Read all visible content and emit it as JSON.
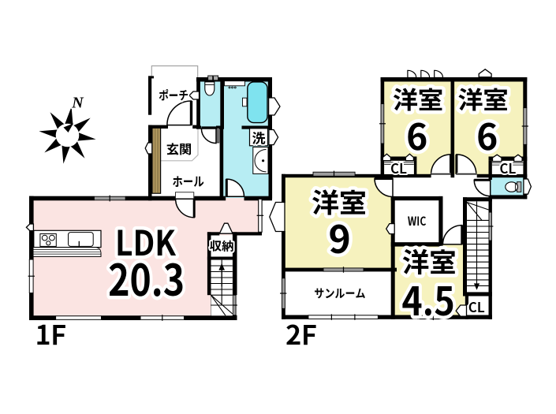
{
  "document": {
    "type": "floor-plan",
    "floors": [
      "1F",
      "2F"
    ]
  },
  "colors": {
    "ldk_pink": "#FBE4E2",
    "room_yellow": "#F6F2BE",
    "wet_cyan": "#B7EDF3",
    "tub_cyan": "#7FE3EF",
    "cabinet_tan": "#C8AD72",
    "window_gray": "#9C9C9C",
    "fixture_gray": "#B9B9B9",
    "wall_black": "#000000"
  },
  "compass": {
    "north_label": "N"
  },
  "floor1": {
    "label": "1F",
    "ldk": {
      "name": "LDK",
      "size": "20.3"
    },
    "entrance": {
      "label": "玄関"
    },
    "hall": {
      "label": "ホール"
    },
    "porch": {
      "label": "ポーチ"
    },
    "washroom": {
      "label": "洗"
    },
    "storage": {
      "label": "収納"
    }
  },
  "floor2": {
    "label": "2F",
    "room9": {
      "name": "洋室",
      "size": "9"
    },
    "room45": {
      "name": "洋室",
      "size": "4.5"
    },
    "room6_left": {
      "name": "洋室",
      "size": "6"
    },
    "room6_right": {
      "name": "洋室",
      "size": "6"
    },
    "sunroom": {
      "label": "サンルーム"
    },
    "wic": {
      "label": "WIC"
    },
    "closet_top_left": {
      "label": "CL"
    },
    "closet_top_right": {
      "label": "CL"
    },
    "closet_bottom": {
      "label": "CL"
    }
  }
}
